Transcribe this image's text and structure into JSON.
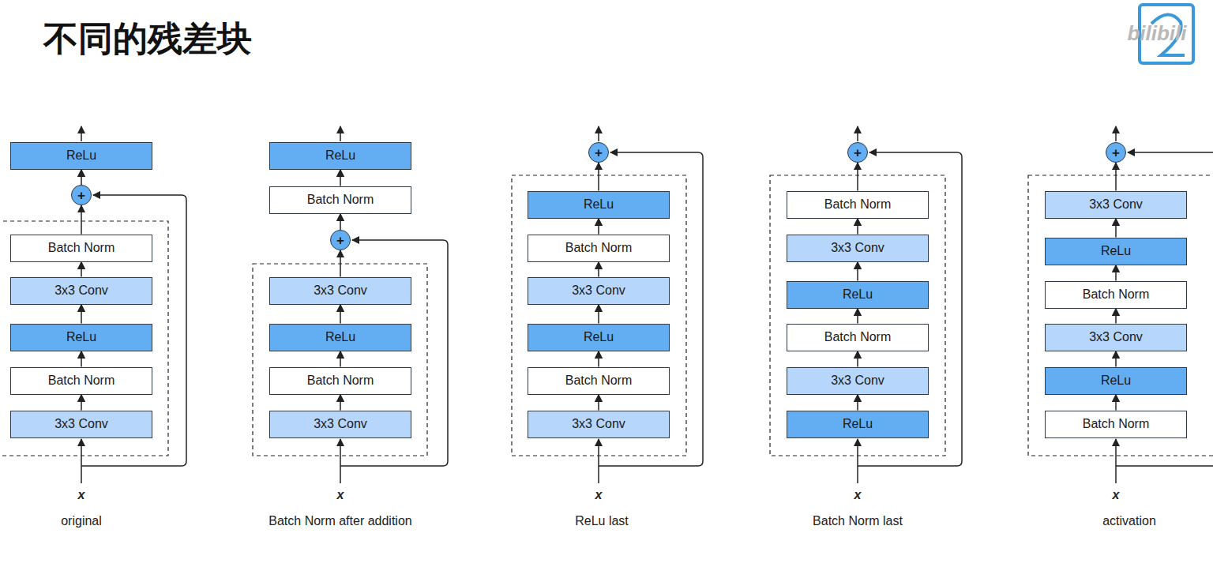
{
  "diagram": {
    "title": "不同的残差块",
    "nodes": [
      {
        "text": [
          "ReLu"
        ]
      },
      {
        "text": [
          "+"
        ]
      },
      {
        "text": [
          "Batch Norm"
        ]
      },
      {
        "text": [
          "3x3 Conv"
        ]
      },
      {
        "text": [
          "ReLu"
        ]
      },
      {
        "text": [
          "Batch Norm"
        ]
      },
      {
        "text": [
          "3x3 Conv"
        ]
      },
      {
        "text": [
          "ReLu"
        ]
      },
      {
        "text": [
          "Batch Norm"
        ]
      },
      {
        "text": [
          "+"
        ]
      },
      {
        "text": [
          "3x3 Conv"
        ]
      },
      {
        "text": [
          "ReLu"
        ]
      },
      {
        "text": [
          "Batch Norm"
        ]
      },
      {
        "text": [
          "3x3 Conv"
        ]
      },
      {
        "text": [
          "+"
        ]
      },
      {
        "text": [
          "ReLu"
        ]
      },
      {
        "text": [
          "Batch Norm"
        ]
      },
      {
        "text": [
          "3x3 Conv"
        ]
      },
      {
        "text": [
          "ReLu"
        ]
      },
      {
        "text": [
          "Batch Norm"
        ]
      },
      {
        "text": [
          "3x3 Conv"
        ]
      },
      {
        "text": [
          "+"
        ]
      },
      {
        "text": [
          "Batch Norm"
        ]
      },
      {
        "text": [
          "3x3 Conv"
        ]
      },
      {
        "text": [
          "ReLu"
        ]
      },
      {
        "text": [
          "Batch Norm"
        ]
      },
      {
        "text": [
          "3x3 Conv"
        ]
      },
      {
        "text": [
          "ReLu"
        ]
      },
      {
        "text": [
          "+"
        ]
      },
      {
        "text": [
          "3x3 Conv"
        ]
      },
      {
        "text": [
          "ReLu"
        ]
      },
      {
        "text": [
          "Batch Norm"
        ]
      },
      {
        "text": [
          "3x3 Conv"
        ]
      },
      {
        "text": [
          "ReLu"
        ]
      },
      {
        "text": [
          "Batch Norm"
        ]
      }
    ],
    "edges": [
      {
        "from": 6,
        "to": 5,
        "arrow": "to"
      },
      {
        "from": 5,
        "to": 4,
        "arrow": "to"
      },
      {
        "from": 4,
        "to": 3,
        "arrow": "to"
      },
      {
        "from": 3,
        "to": 2,
        "arrow": "to"
      },
      {
        "from": 2,
        "to": 1,
        "arrow": "to"
      },
      {
        "from": 1,
        "to": 0,
        "arrow": "to"
      },
      {
        "from": 13,
        "to": 12,
        "arrow": "to"
      },
      {
        "from": 12,
        "to": 11,
        "arrow": "to"
      },
      {
        "from": 11,
        "to": 10,
        "arrow": "to"
      },
      {
        "from": 10,
        "to": 9,
        "arrow": "to"
      },
      {
        "from": 9,
        "to": 8,
        "arrow": "to"
      },
      {
        "from": 8,
        "to": 7,
        "arrow": "to"
      },
      {
        "from": 20,
        "to": 19,
        "arrow": "to"
      },
      {
        "from": 19,
        "to": 18,
        "arrow": "to"
      },
      {
        "from": 18,
        "to": 17,
        "arrow": "to"
      },
      {
        "from": 17,
        "to": 16,
        "arrow": "to"
      },
      {
        "from": 16,
        "to": 15,
        "arrow": "to"
      },
      {
        "from": 15,
        "to": 14,
        "arrow": "to"
      },
      {
        "from": 27,
        "to": 26,
        "arrow": "to"
      },
      {
        "from": 26,
        "to": 25,
        "arrow": "to"
      },
      {
        "from": 25,
        "to": 24,
        "arrow": "to"
      },
      {
        "from": 24,
        "to": 23,
        "arrow": "to"
      },
      {
        "from": 23,
        "to": 22,
        "arrow": "to"
      },
      {
        "from": 22,
        "to": 21,
        "arrow": "to"
      },
      {
        "from": 34,
        "to": 33,
        "arrow": "to"
      },
      {
        "from": 33,
        "to": 32,
        "arrow": "to"
      },
      {
        "from": 32,
        "to": 31,
        "arrow": "to"
      },
      {
        "from": 31,
        "to": 30,
        "arrow": "to"
      },
      {
        "from": 30,
        "to": 29,
        "arrow": "to"
      },
      {
        "from": 29,
        "to": 28,
        "arrow": "to"
      }
    ],
    "labels": [
      "x",
      "x",
      "x",
      "x",
      "x",
      "original",
      "Batch Norm after addition",
      "ReLu last",
      "Batch Norm last",
      "activation",
      "bilibili"
    ]
  }
}
